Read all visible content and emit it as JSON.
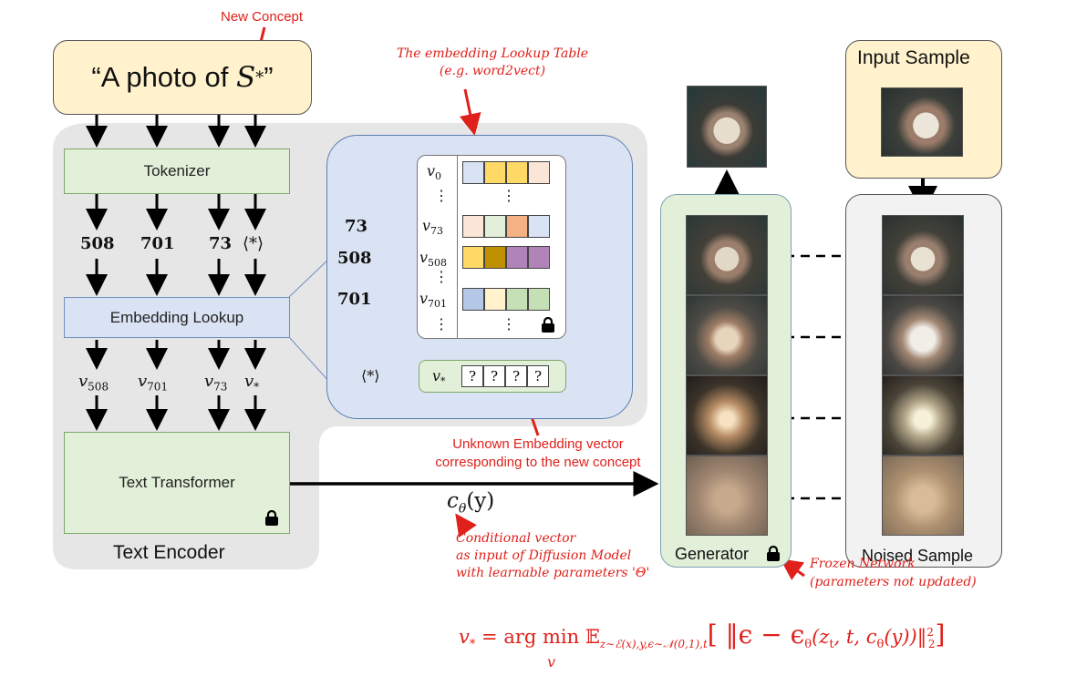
{
  "annotations": {
    "new_concept": "New Concept",
    "lookup_table_line1": "The embedding Lookup Table",
    "lookup_table_line2": "(e.g. word2vect)",
    "unknown_line1": "Unknown Embedding vector",
    "unknown_line2": "corresponding to the new concept",
    "conditional_line1": "Conditional vector",
    "conditional_line2": "as input of Diffusion Model",
    "conditional_line3": "with learnable parameters 'Θ'",
    "frozen_line1": "Frozen Network",
    "frozen_line2": "(parameters  not updated)"
  },
  "prompt": {
    "open": "“A photo of ",
    "concept": "S",
    "concept_sub": "*",
    "close": "”"
  },
  "encoder": {
    "title": "Text Encoder",
    "tokenizer": "Tokenizer",
    "embedding_lookup": "Embedding Lookup",
    "text_transformer": "Text Transformer"
  },
  "tokens": [
    "508",
    "701",
    "73",
    "⟨*⟩"
  ],
  "vectors": [
    {
      "v": "v",
      "sub": "508"
    },
    {
      "v": "v",
      "sub": "701"
    },
    {
      "v": "v",
      "sub": "73"
    },
    {
      "v": "v",
      "sub": "*"
    }
  ],
  "lookup_table": {
    "rows": [
      {
        "input": "",
        "label": "v",
        "sub": "0",
        "colors": [
          "#dae3f3",
          "#ffd966",
          "#ffd966",
          "#fbe5d6"
        ]
      },
      {
        "input": "73",
        "label": "v",
        "sub": "73",
        "colors": [
          "#fbe5d6",
          "#e2efd9",
          "#f4b183",
          "#dae3f3"
        ]
      },
      {
        "input": "508",
        "label": "v",
        "sub": "508",
        "colors": [
          "#ffd966",
          "#bf9000",
          "#b084b8",
          "#b084b8"
        ]
      },
      {
        "input": "701",
        "label": "v",
        "sub": "701",
        "colors": [
          "#b4c7e7",
          "#fff2cc",
          "#c5e0b4",
          "#c5e0b4"
        ]
      }
    ],
    "dots": "⋮",
    "unknown_input": "⟨*⟩",
    "unknown_label": "v",
    "unknown_sub": "*",
    "unknown_cells": [
      "?",
      "?",
      "?",
      "?"
    ]
  },
  "conditional": {
    "c": "c",
    "sub": "θ",
    "arg": "(y)"
  },
  "generator": {
    "label": "Generator"
  },
  "input_sample": {
    "label": "Input Sample"
  },
  "noised_sample": {
    "label": "Noised Sample"
  },
  "formula": {
    "lhs": "v",
    "lhs_sub": "*",
    "eq": " = arg min ",
    "under": "v",
    "expect": "𝔼",
    "expect_sub": "z∼ℰ(x),y,ϵ∼𝒩(0,1),t",
    "body": "[ ‖ϵ − ϵ",
    "body_sub": "θ",
    "body2": "(z",
    "body2_sub": "t",
    "body3": ", t, c",
    "body3_sub": "θ",
    "body4": "(y))‖",
    "pow": "2",
    "norm_sub": "2",
    "close": "]"
  },
  "colors": {
    "red": "#e0201a",
    "green_fill": "#e2efd9",
    "blue_fill": "#dae3f3",
    "prompt_fill": "#fff2cc",
    "encoder_bg": "#e7e6e6"
  }
}
